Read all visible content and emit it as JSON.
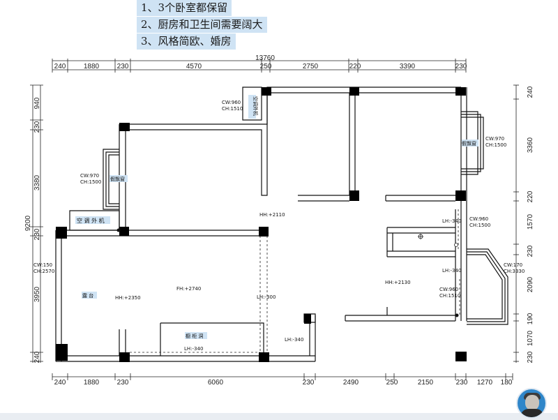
{
  "notes": [
    "1、3个卧室都保留",
    "2、厨房和卫生间需要阔大",
    "3、风格简欧、婚房"
  ],
  "dims": {
    "top_total": "13760",
    "top": [
      "240",
      "1880",
      "230",
      "4570",
      "250",
      "2750",
      "220",
      "3390",
      "230"
    ],
    "bottom": [
      "240",
      "1880",
      "230",
      "6060",
      "230",
      "2490",
      "250",
      "2150",
      "230",
      "1270",
      "180"
    ],
    "left_total": "9200",
    "left": [
      "940",
      "230",
      "3380",
      "230",
      "3950",
      "240"
    ],
    "right": [
      "240",
      "3360",
      "220",
      "1570",
      "230",
      "2090",
      "190",
      "1070",
      "230"
    ]
  },
  "labels": {
    "ac_outdoor_1": "空调外机",
    "ac_outdoor_2": "空 调 外 机",
    "bay_window_left": "假飘窗",
    "bay_window_right": "假飘窗",
    "balcony": "露 台",
    "cabinet": "橱 柜 洞",
    "cw_960_a": "CW:960",
    "ch_1510_a": "CH:1510",
    "cw_970_r": "CW:970",
    "ch_1500_r": "CH:1500",
    "cw_970_l": "CW:970",
    "ch_1500_l": "CH:1500",
    "cw_960_b": "CW:960",
    "ch_1500_b": "CH:1500",
    "cw_170": "CW:170",
    "ch_3330": "CH:3330",
    "cw_150": "CW:150",
    "ch_2570": "CH:2570",
    "cw_960_c": "CW:960",
    "ch_1510_c": "CH:1510",
    "hh_2110": "HH:+2110",
    "hh_2350": "HH:+2350",
    "hh_2130": "HH:+2130",
    "fh_2740": "FH:+2740",
    "lh_340_a": "LH:-340",
    "lh_340_b": "LH:-340",
    "lh_300": "LH:-300",
    "lh_340_c": "LH:-340",
    "lh_340_d": "LH:-340"
  }
}
